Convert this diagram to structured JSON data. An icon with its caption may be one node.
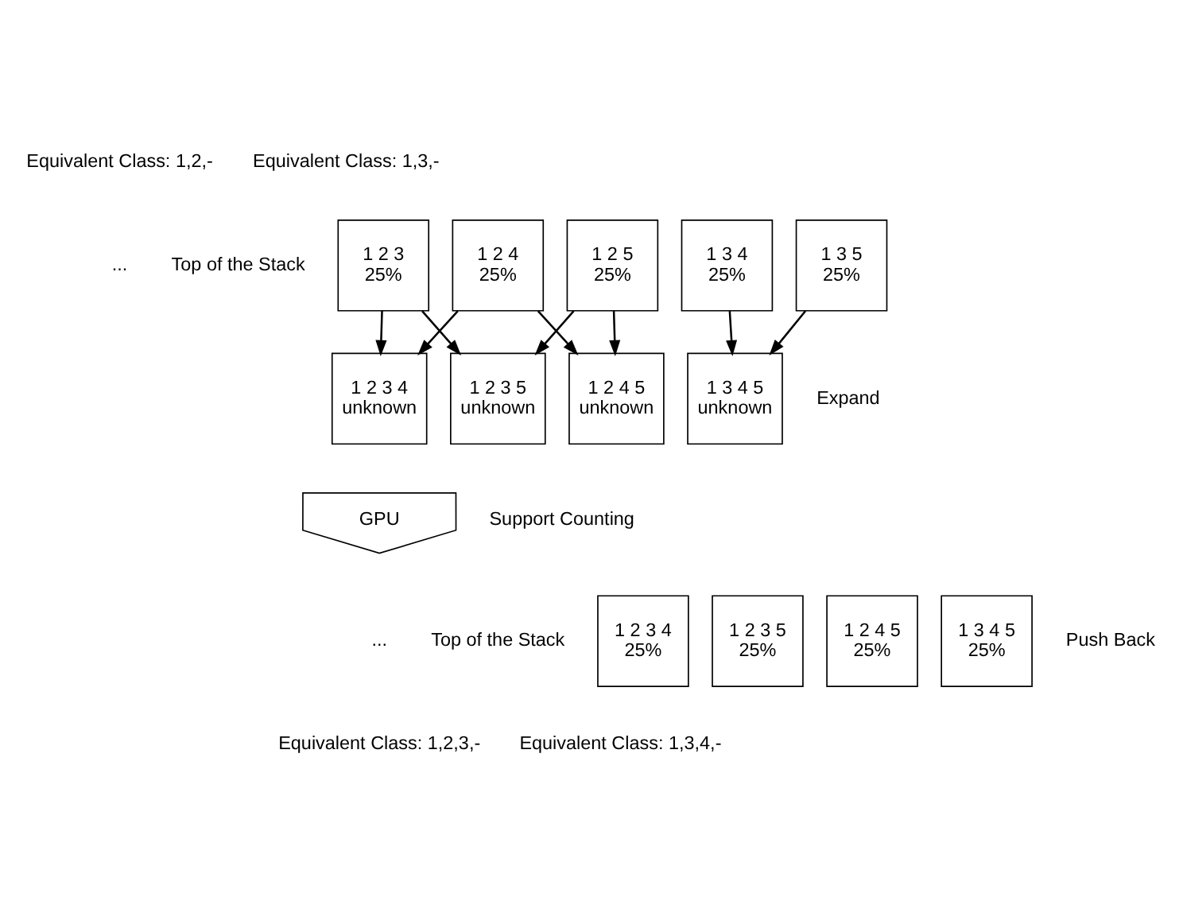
{
  "diagram": {
    "nodes": [
      {
        "text": [
          "1 2 3",
          "25%"
        ]
      },
      {
        "text": [
          "1 2 4",
          "25%"
        ]
      },
      {
        "text": [
          "1 2 5",
          "25%"
        ]
      },
      {
        "text": [
          "1 3 4",
          "25%"
        ]
      },
      {
        "text": [
          "1 3 5",
          "25%"
        ]
      },
      {
        "text": [
          "1 2 3 4",
          "unknown"
        ]
      },
      {
        "text": [
          "1 2 3 5",
          "unknown"
        ]
      },
      {
        "text": [
          "1 2 4 5",
          "unknown"
        ]
      },
      {
        "text": [
          "1 3 4 5",
          "unknown"
        ]
      },
      {
        "text": [
          "GPU"
        ]
      },
      {
        "text": [
          "1 2 3 4",
          "25%"
        ]
      },
      {
        "text": [
          "1 2 3 5",
          "25%"
        ]
      },
      {
        "text": [
          "1 2 4 5",
          "25%"
        ]
      },
      {
        "text": [
          "1 3 4 5",
          "25%"
        ]
      }
    ],
    "edges": [
      {
        "from": 0,
        "to": 5,
        "arrow": "to"
      },
      {
        "from": 0,
        "to": 6,
        "arrow": "to"
      },
      {
        "from": 1,
        "to": 5,
        "arrow": "to"
      },
      {
        "from": 1,
        "to": 7,
        "arrow": "to"
      },
      {
        "from": 2,
        "to": 6,
        "arrow": "to"
      },
      {
        "from": 2,
        "to": 7,
        "arrow": "to"
      },
      {
        "from": 3,
        "to": 8,
        "arrow": "to"
      },
      {
        "from": 4,
        "to": 8,
        "arrow": "to"
      }
    ],
    "labels": [
      "Equivalent Class: 1,2,-",
      "Equivalent Class: 1,3,-",
      "...",
      "Top of the Stack",
      "Expand",
      "Support Counting",
      "...",
      "Top of the Stack",
      "Push Back",
      "Equivalent Class: 1,2,3,-",
      "Equivalent Class: 1,3,4,-"
    ]
  }
}
